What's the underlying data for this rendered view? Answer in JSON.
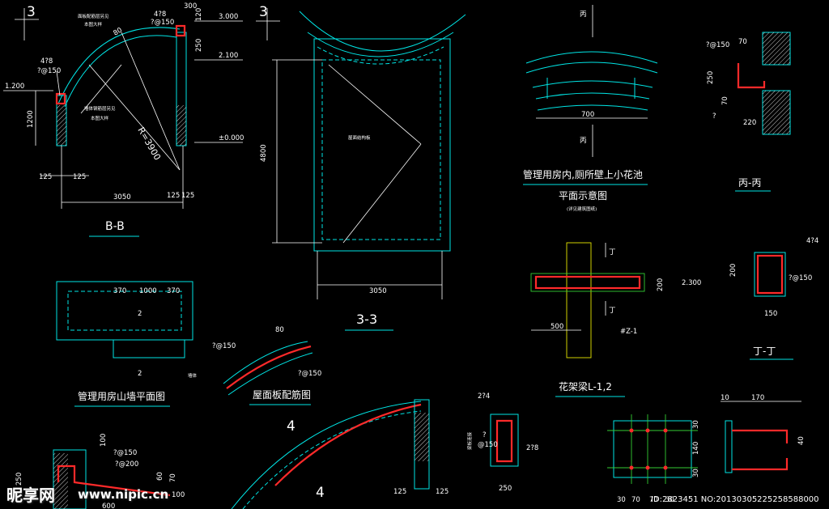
{
  "colors": {
    "background": "#000000",
    "cyan": "#00e5e5",
    "red": "#ff2a2a",
    "white": "#ffffff",
    "yellow": "#e6e600",
    "green": "#33cc33",
    "magenta": "#ff40ff"
  },
  "section_bb": {
    "index": "3",
    "title": "B-B",
    "radius": "R=3900",
    "level_a": "3.000",
    "level_b": "2.100",
    "level_c": "1.200",
    "level_d": "±0.000",
    "rebar_a": "4?8",
    "rebar_b": "?@150",
    "rebar_c": "4?8",
    "rebar_d": "?@150",
    "note_top": "面板配筋层另见",
    "note_top2": "本图大样",
    "note_mid": "墙体钢筋层另见",
    "note_mid2": "本图大样",
    "dim_80": "80",
    "dim_300": "300",
    "dim_120": "120",
    "dim_250": "250",
    "dim_1200": "1200",
    "dim_125a": "125",
    "dim_125b": "125",
    "dim_125c": "125",
    "dim_125d": "125",
    "dim_3050": "3050"
  },
  "section_33": {
    "index": "3",
    "title": "3-3",
    "label": "屋面结构板",
    "dim_height": "4800",
    "dim_width": "3050"
  },
  "plan_top": {
    "title1": "管理用房内,厕所壁上小花池",
    "title2": "平面示意图",
    "subtitle": "(详见建筑图纸)",
    "dim_700": "700",
    "cut_1": "丙",
    "cut_2": "丙"
  },
  "section_bing": {
    "title": "丙-丙",
    "rebar": "?@150",
    "dim_70": "70",
    "dim_250": "250",
    "dim_70b": "70",
    "dim_220": "220",
    "mark": "?"
  },
  "beam": {
    "title": "花架梁L-1,2",
    "cut_a": "丁",
    "cut_b": "丁",
    "dim_200": "200",
    "level": "2.300",
    "dim_500": "500",
    "column": "#Z-1"
  },
  "section_ding": {
    "title": "丁-丁",
    "rebar_top": "4?4",
    "rebar_stirrup": "?@150",
    "dim_200": "200",
    "dim_150": "150"
  },
  "gable_plan": {
    "title": "管理用房山墙平面图",
    "dim_370a": "370",
    "dim_1000": "1000",
    "dim_370b": "370",
    "cut_1": "2",
    "cut_2": "2",
    "note": "墙体"
  },
  "roof_rebar": {
    "title": "屋面板配筋图",
    "rebar_a": "?@150",
    "rebar_b": "?@150",
    "dim_80": "80"
  },
  "bottom": {
    "cut_4a": "4",
    "cut_4b": "4",
    "dim_125a": "125",
    "dim_125b": "125",
    "rebar_a": "?@150",
    "rebar_b": "?@200",
    "dim_100": "100",
    "dim_250": "250",
    "dim_60": "60",
    "dim_70": "70",
    "dim_100b": "100",
    "dim_600": "600",
    "s_rebar1": "2?4",
    "s_rebar2": "?",
    "s_rebar3": "@150",
    "s_rebar4": "2?8",
    "s_dim": "250",
    "s_note": "梁板连接",
    "grid_10": "10",
    "grid_170": "170",
    "grid_30a": "30",
    "grid_140": "140",
    "grid_30b": "30",
    "grid_40": "40",
    "grid_b1": "30",
    "grid_b2": "70",
    "grid_b3": "70",
    "grid_b4": "30"
  },
  "watermark": {
    "logo": "昵享网",
    "url": "www.nipic.cn",
    "id": "ID:2823451 NO:20130305225258588000"
  }
}
